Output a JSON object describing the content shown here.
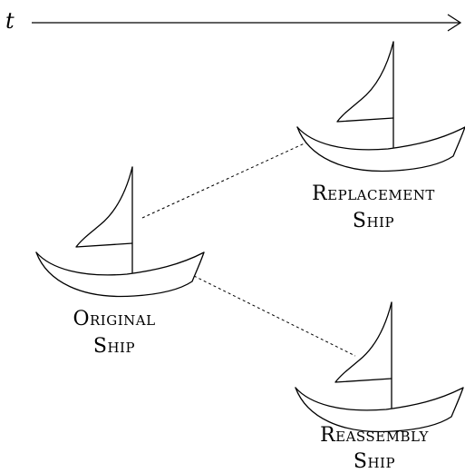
{
  "timeline": {
    "label": "t"
  },
  "ships": {
    "original": {
      "line1": "Original",
      "line2": "Ship"
    },
    "replacement": {
      "line1": "Replacement",
      "line2": "Ship"
    },
    "reassembly": {
      "line1": "Reassembly",
      "line2": "Ship"
    }
  }
}
